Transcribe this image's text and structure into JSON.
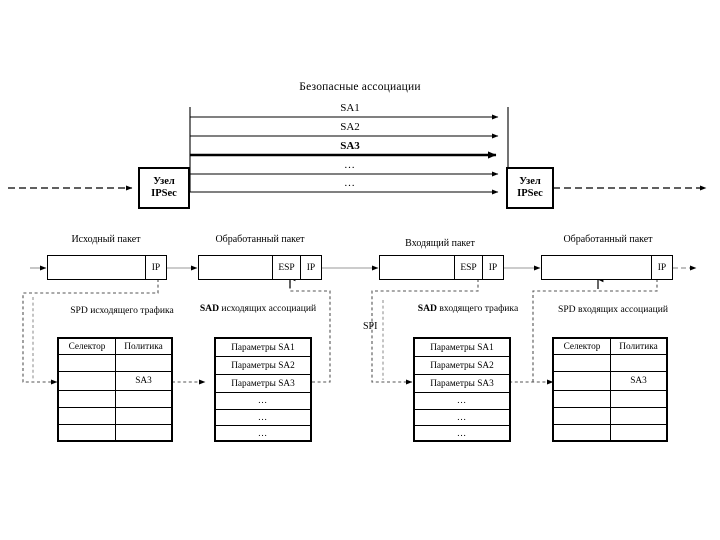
{
  "diagram": {
    "title": "Безопасные ассоциации",
    "language": "ru"
  },
  "security_associations": {
    "caption": "Безопасные ассоциации",
    "arrows": [
      {
        "label": "SA1",
        "bold": false
      },
      {
        "label": "SA2",
        "bold": false
      },
      {
        "label": "SA3",
        "bold": true
      },
      {
        "label": "…",
        "bold": false
      },
      {
        "label": "…",
        "bold": false
      }
    ]
  },
  "nodes": {
    "left": {
      "line1": "Узел",
      "line2": "IPSec"
    },
    "right": {
      "line1": "Узел",
      "line2": "IPSec"
    }
  },
  "packets": [
    {
      "caption": "Исходный пакет",
      "segments": [
        "IP"
      ]
    },
    {
      "caption": "Обработанный пакет",
      "segments": [
        "ESP",
        "IP"
      ]
    },
    {
      "caption": "Входящий пакет",
      "segments": [
        "ESP",
        "IP"
      ]
    },
    {
      "caption": "Обработанный пакет",
      "segments": [
        "IP"
      ]
    }
  ],
  "tables": [
    {
      "caption_bold": "SPD",
      "caption_rest": " исходящего трафика",
      "type": "two-column",
      "headers": [
        "Селектор",
        "Политика"
      ],
      "rows": [
        [
          "",
          ""
        ],
        [
          "",
          "SA3"
        ],
        [
          "",
          ""
        ],
        [
          "",
          ""
        ],
        [
          "",
          ""
        ]
      ]
    },
    {
      "caption_bold": "SAD",
      "caption_rest": " исходящих ассоциаций",
      "type": "one-column",
      "rows": [
        "Параметры SA1",
        "Параметры SA2",
        "Параметры SA3",
        "…",
        "…",
        "…"
      ]
    },
    {
      "caption_bold": "SAD",
      "caption_rest": " входящего трафика",
      "type": "one-column",
      "side_label": "SPI",
      "rows": [
        "Параметры SA1",
        "Параметры SA2",
        "Параметры SA3",
        "…",
        "…",
        "…"
      ]
    },
    {
      "caption_bold": "SPD",
      "caption_rest": " входящих ассоциаций",
      "type": "two-column",
      "headers": [
        "Селектор",
        "Политика"
      ],
      "rows": [
        [
          "",
          ""
        ],
        [
          "",
          "SA3"
        ],
        [
          "",
          ""
        ],
        [
          "",
          ""
        ],
        [
          "",
          ""
        ]
      ]
    }
  ],
  "colors": {
    "line": "#000000",
    "background": "#ffffff",
    "thin_line": "#8c8c8c"
  }
}
